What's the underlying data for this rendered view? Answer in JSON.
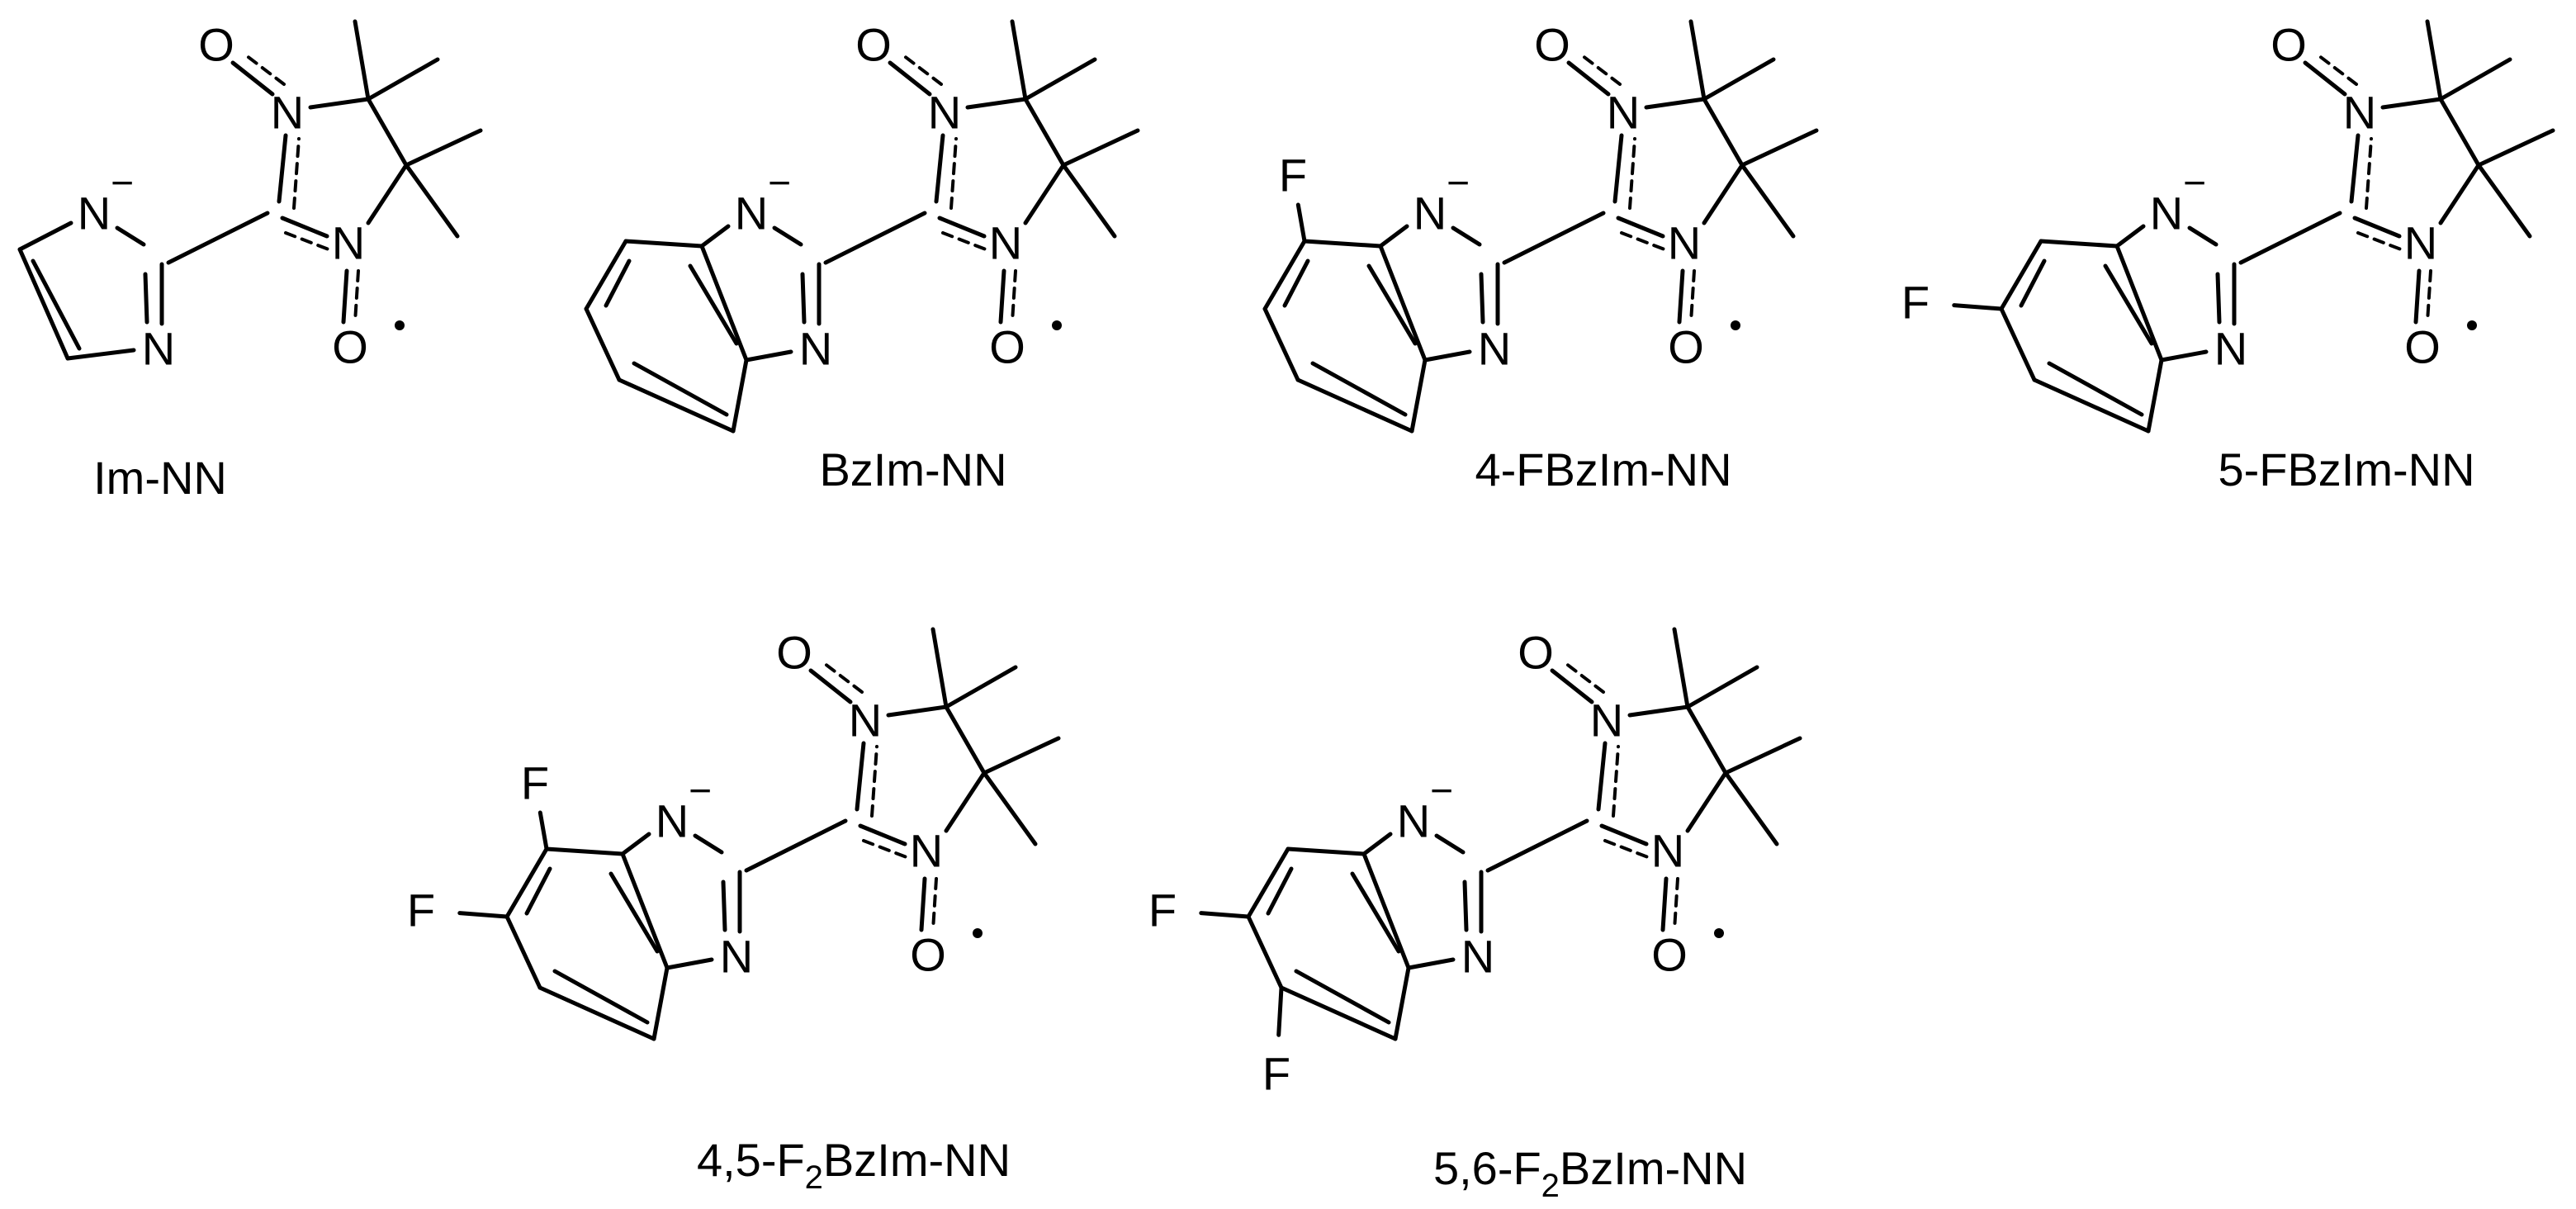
{
  "structures": [
    {
      "id": "im-nn",
      "caption": "Im-NN",
      "caption_parts": [
        {
          "text": "Im-NN"
        }
      ]
    },
    {
      "id": "bzim-nn",
      "caption": "BzIm-NN",
      "caption_parts": [
        {
          "text": "BzIm-NN"
        }
      ]
    },
    {
      "id": "4-fbzim-nn",
      "caption": "4-FBzIm-NN",
      "caption_parts": [
        {
          "text": "4-FBzIm-NN"
        }
      ]
    },
    {
      "id": "5-fbzim-nn",
      "caption": "5-FBzIm-NN",
      "caption_parts": [
        {
          "text": "5-FBzIm-NN"
        }
      ]
    },
    {
      "id": "4-5-f2bzim-nn",
      "caption": "4,5-F2BzIm-NN",
      "caption_parts": [
        {
          "text": "4,5-F"
        },
        {
          "text": "2",
          "sub": true
        },
        {
          "text": "BzIm-NN"
        }
      ]
    },
    {
      "id": "5-6-f2bzim-nn",
      "caption": "5,6-F2BzIm-NN",
      "caption_parts": [
        {
          "text": "5,6-F"
        },
        {
          "text": "2",
          "sub": true
        },
        {
          "text": "BzIm-NN"
        }
      ]
    }
  ],
  "atoms": {
    "oxygen": "O",
    "nitrogen": "N",
    "fluorine": "F",
    "negative_charge": "−"
  }
}
